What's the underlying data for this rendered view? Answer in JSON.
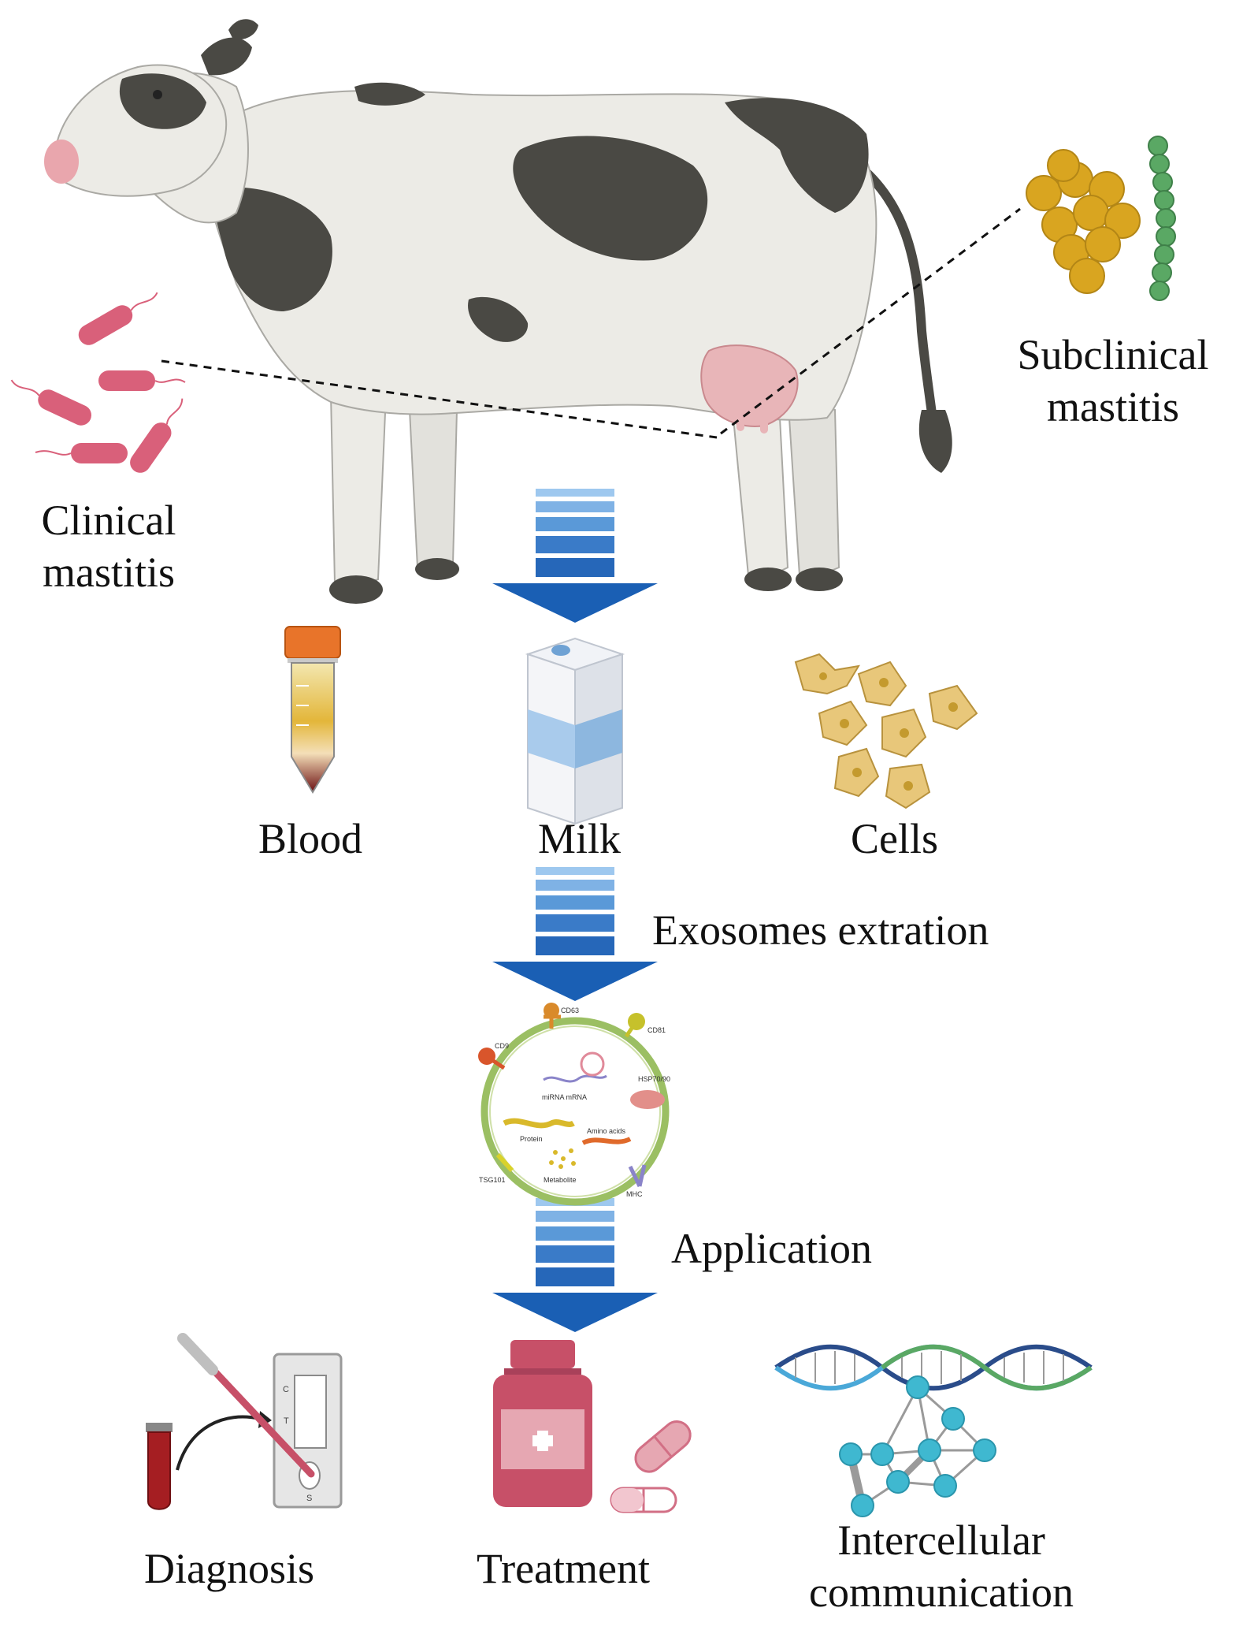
{
  "labels": {
    "clinical": "Clinical\nmastitis",
    "subclinical": "Subclinical\nmastitis",
    "blood": "Blood",
    "milk": "Milk",
    "cells": "Cells",
    "extraction": "Exosomes extration",
    "application": "Application",
    "diagnosis": "Diagnosis",
    "treatment": "Treatment",
    "intercellular": "Intercellular\ncommunication"
  },
  "exosome_labels": {
    "cd63": "CD63",
    "cd81": "CD81",
    "cd9": "CD9",
    "hsp70": "HSP70/90",
    "rna": "miRNA  mRNA",
    "protein": "Protein",
    "amino": "Amino acids",
    "tsg101": "TSG101",
    "metabolite": "Metabolite",
    "mhc": "MHC"
  },
  "test_strip": {
    "c": "C",
    "t": "T",
    "s": "S"
  },
  "colors": {
    "arrow_dark": "#1a5fb4",
    "arrow_mid": "#3a7bc8",
    "arrow_light": "#7fb2e5",
    "bacteria": "#d9607a",
    "cocci": "#d9a520",
    "strepto": "#5aa864",
    "cow_body": "#ecebe6",
    "cow_spot": "#4a4944",
    "medicine": "#c75068",
    "node": "#3fb8d0"
  }
}
